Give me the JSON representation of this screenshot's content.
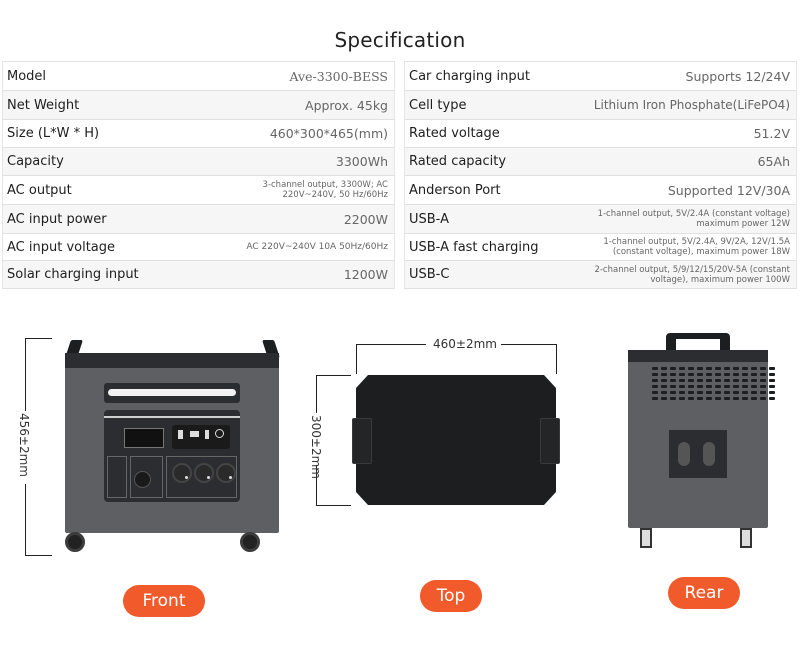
{
  "title": "Specification",
  "specs_left": [
    {
      "label": "Model",
      "value": "Ave-3300-BESS"
    },
    {
      "label": "Net Weight",
      "value": "Approx. 45kg"
    },
    {
      "label": "Size (L*W * H)",
      "value": "460*300*465(mm)"
    },
    {
      "label": "Capacity",
      "value": "3300Wh"
    },
    {
      "label": "AC output",
      "value": "3-channel output, 3300W; AC 220V~240V, 50 Hz/60Hz"
    },
    {
      "label": "AC input power",
      "value": "2200W"
    },
    {
      "label": "AC input voltage",
      "value": "AC 220V~240V 10A 50Hz/60Hz"
    },
    {
      "label": "Solar charging input",
      "value": "1200W"
    }
  ],
  "specs_right": [
    {
      "label": "Car charging input",
      "value": "Supports 12/24V"
    },
    {
      "label": "Cell type",
      "value": "Lithium Iron Phosphate(LiFePO4)"
    },
    {
      "label": "Rated voltage",
      "value": "51.2V"
    },
    {
      "label": "Rated capacity",
      "value": "65Ah"
    },
    {
      "label": "Anderson Port",
      "value": "Supported 12V/30A"
    },
    {
      "label": "USB-A",
      "value": "1-channel output, 5V/2.4A (constant voltage) maximum power 12W"
    },
    {
      "label": "USB-A fast charging",
      "value": "1-channel output, 5V/2.4A, 9V/2A, 12V/1.5A (constant voltage), maximum power 18W"
    },
    {
      "label": "USB-C",
      "value": "2-channel output, 5/9/12/15/20V-5A (constant voltage), maximum power 100W"
    }
  ],
  "dimensions": {
    "height": "456±2mm",
    "length": "460±2mm",
    "width": "300±2mm"
  },
  "views": {
    "front": "Front",
    "top": "Top",
    "rear": "Rear"
  },
  "colors": {
    "accent": "#f15a2b",
    "device_body": "#5d5f63",
    "device_dark": "#2c2d30"
  }
}
